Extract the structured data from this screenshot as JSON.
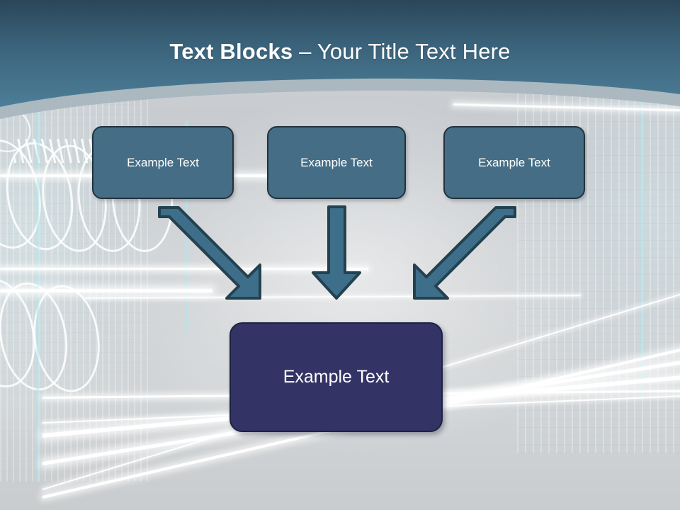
{
  "slide": {
    "title": {
      "bold_part": "Text Blocks",
      "separator": " – ",
      "regular_part": "Your Title Text Here",
      "full": "Text Blocks – Your Title Text Here"
    },
    "theme": {
      "header_gradient_top": "#2d4a5d",
      "header_gradient_bottom": "#4c7c96",
      "header_band": "#a9b6bf",
      "background_gray": "#cbced1",
      "top_box_fill": "#456e86",
      "top_box_border": "#23323c",
      "main_box_fill": "#333366",
      "main_box_border": "#1d2340",
      "arrow_fill": "#3d6e8a",
      "arrow_border": "#24414f",
      "text_color": "#ffffff"
    },
    "top_boxes": [
      {
        "label": "Example Text"
      },
      {
        "label": "Example Text"
      },
      {
        "label": "Example Text"
      }
    ],
    "main_box": {
      "label": "Example Text"
    },
    "arrows": [
      {
        "name": "arrow-left-diagonal",
        "direction": "down-right"
      },
      {
        "name": "arrow-middle-vertical",
        "direction": "down"
      },
      {
        "name": "arrow-right-diagonal",
        "direction": "down-left"
      }
    ]
  }
}
